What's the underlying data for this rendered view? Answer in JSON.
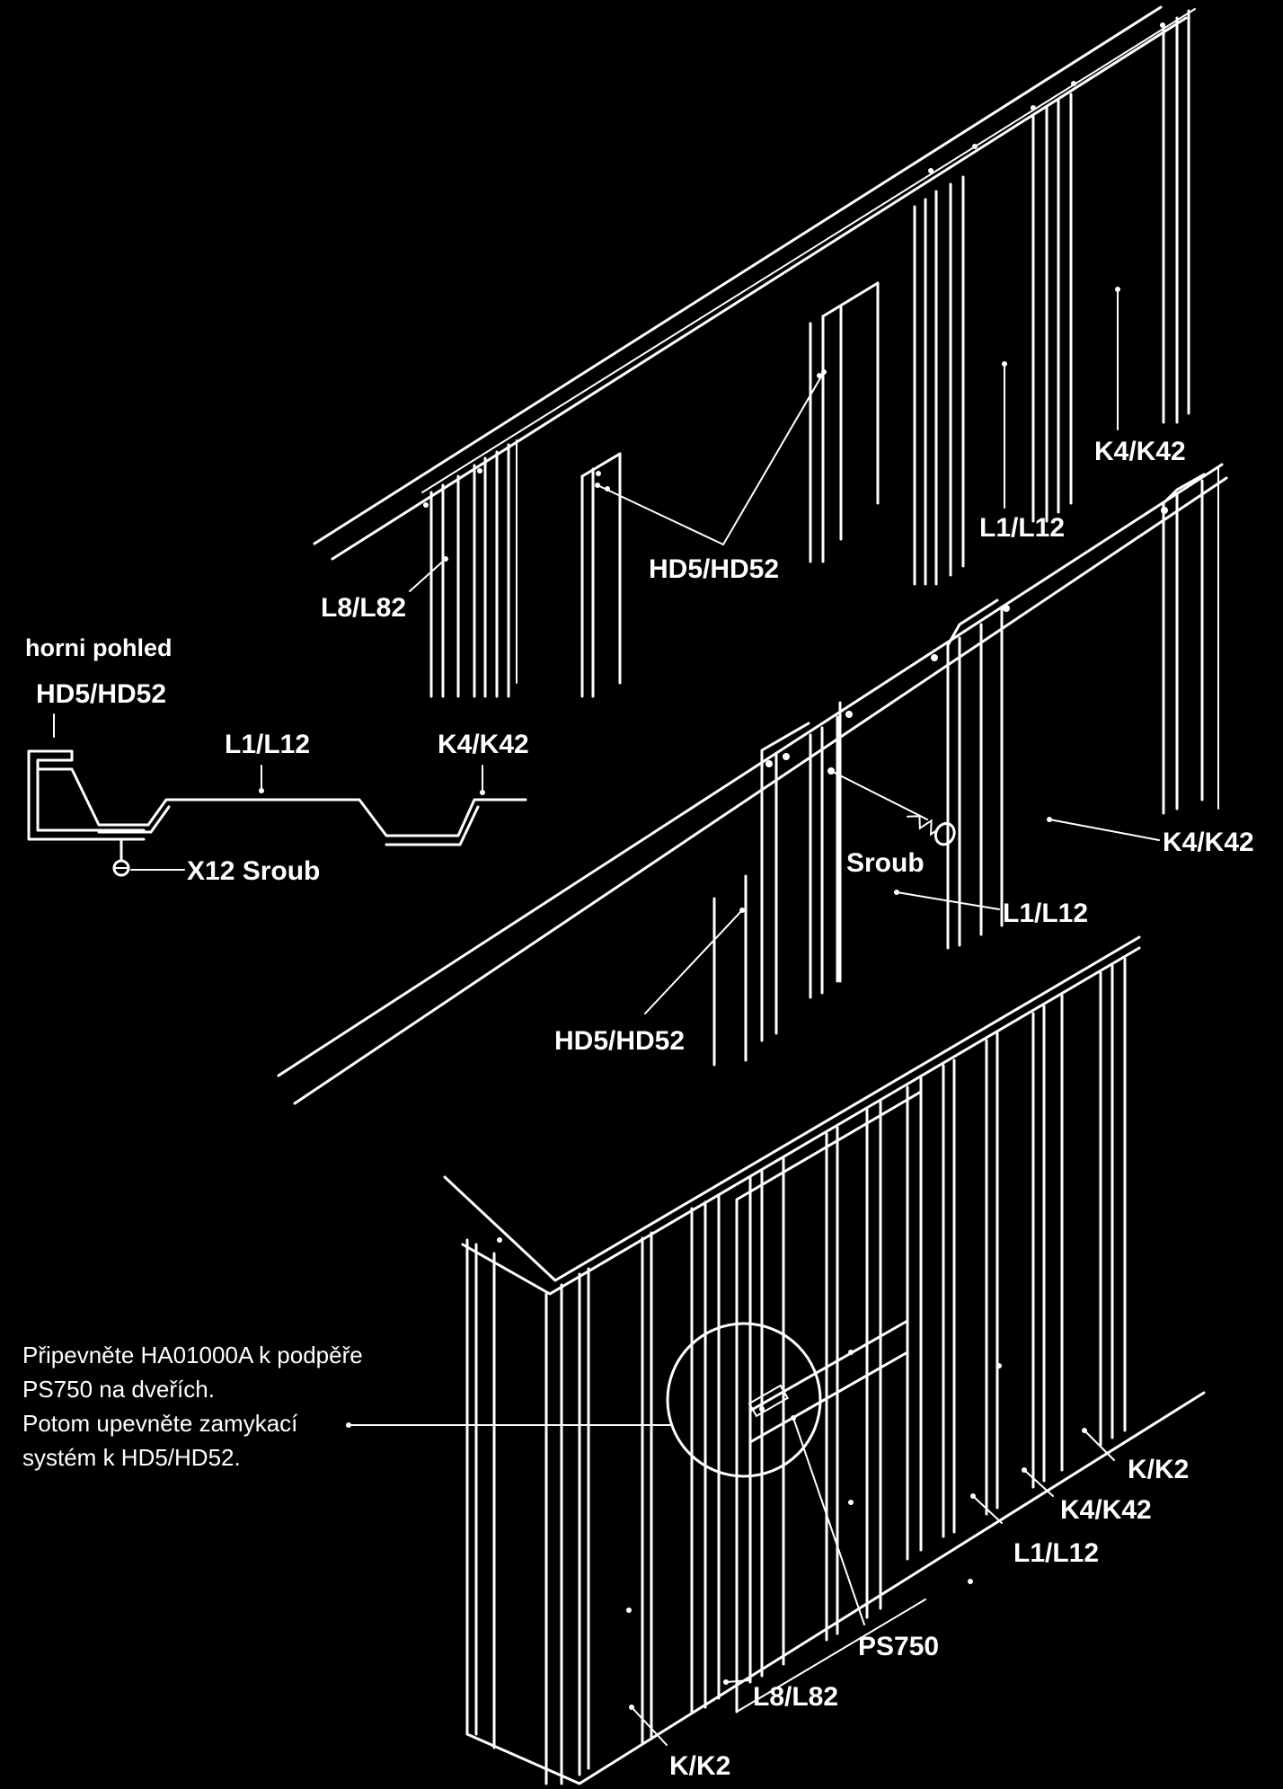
{
  "top_view": {
    "title": "horni pohled",
    "hd": "HD5/HD52",
    "l": "L1/L12",
    "k": "K4/K42",
    "screw": "X12 Sroub"
  },
  "upper_panel": {
    "l8": "L8/L82",
    "hd": "HD5/HD52",
    "l1": "L1/L12",
    "k4": "K4/K42"
  },
  "middle_panel": {
    "screw": "Sroub",
    "k4": "K4/K42",
    "l1": "L1/L12",
    "hd": "HD5/HD52"
  },
  "lower_panel": {
    "note_lines": [
      "Připevněte HA01000A k podpěře",
      "PS750 na dveřích.",
      "Potom upevněte zamykací",
      "systém k  HD5/HD52."
    ],
    "kk2_right": "K/K2",
    "k4": "K4/K42",
    "l1": "L1/L12",
    "ps750": "PS750",
    "l8": "L8/L82",
    "kk2_bottom": "K/K2"
  }
}
